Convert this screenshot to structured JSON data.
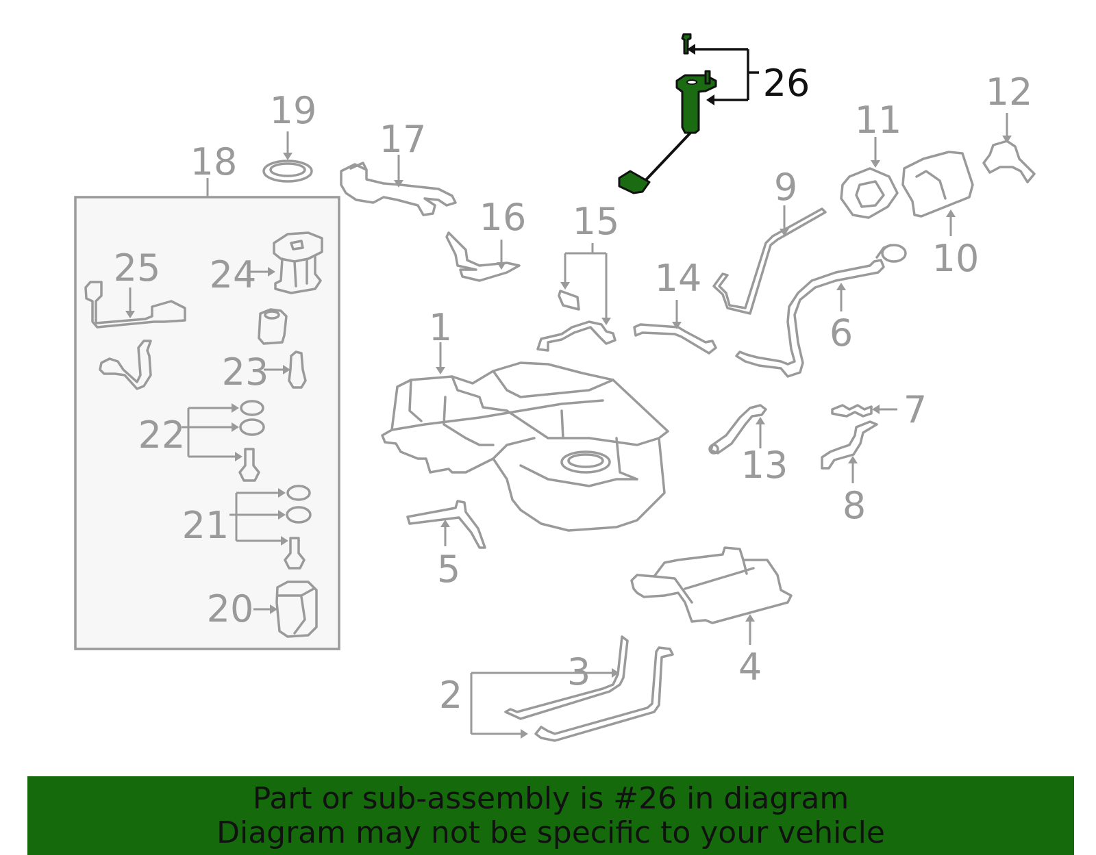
{
  "diagram": {
    "callouts": [
      "1",
      "2",
      "3",
      "4",
      "5",
      "6",
      "7",
      "8",
      "9",
      "10",
      "11",
      "12",
      "13",
      "14",
      "15",
      "16",
      "17",
      "18",
      "19",
      "20",
      "21",
      "22",
      "23",
      "24",
      "25",
      "26"
    ],
    "highlighted_part": "26",
    "colors": {
      "highlight": "#1a6b12",
      "banner": "#156b0c",
      "parts": "#9a9a9a",
      "box_fill": "#f7f7f7"
    }
  },
  "banner": {
    "line1": "Part or sub-assembly is #26 in diagram",
    "line2": "Diagram may not be specific to your vehicle"
  }
}
